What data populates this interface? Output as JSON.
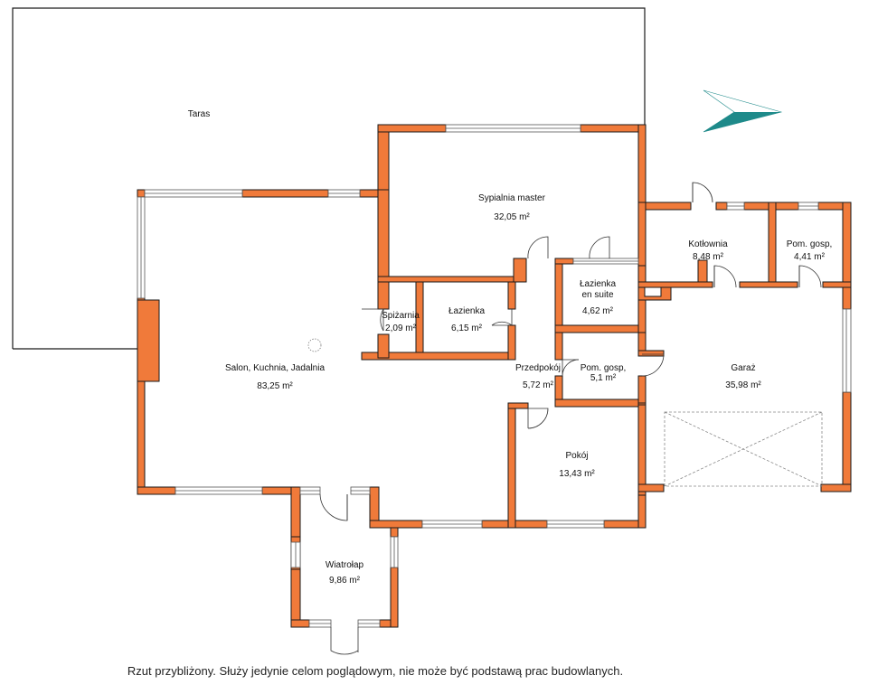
{
  "colors": {
    "wall": "#F07A3A",
    "wall_outline": "#1a1a1a",
    "compass": "#1E8A8A"
  },
  "rooms": [
    {
      "id": "taras",
      "name": "Taras",
      "area": ""
    },
    {
      "id": "sypialnia",
      "name": "Sypialnia master",
      "area": "32,05 m²"
    },
    {
      "id": "kotlownia",
      "name": "Kotłownia",
      "area": "8,48 m²"
    },
    {
      "id": "pomgosp1",
      "name": "Pom. gosp,",
      "area": "4,41 m²"
    },
    {
      "id": "lazienka_suite",
      "name": "Łazienka",
      "name2": "en suite",
      "area": "4,62 m²"
    },
    {
      "id": "spizarnia",
      "name": "Spiżarnia",
      "area": "2,09 m²"
    },
    {
      "id": "lazienka",
      "name": "Łazienka",
      "area": "6,15 m²"
    },
    {
      "id": "salon",
      "name": "Salon, Kuchnia, Jadalnia",
      "area": "83,25 m²"
    },
    {
      "id": "przedpokoj",
      "name": "Przedpokój",
      "area": "5,72 m²"
    },
    {
      "id": "pomgosp2",
      "name": "Pom. gosp,",
      "area": "5,1 m²"
    },
    {
      "id": "garaz",
      "name": "Garaż",
      "area": "35,98 m²"
    },
    {
      "id": "pokoj",
      "name": "Pokój",
      "area": "13,43 m²"
    },
    {
      "id": "wiatrolap",
      "name": "Wiatrołap",
      "area": "9,86 m²"
    }
  ],
  "disclaimer": "Rzut przybliżony. Służy jedynie celom poglądowym, nie może być podstawą prac budowlanych."
}
